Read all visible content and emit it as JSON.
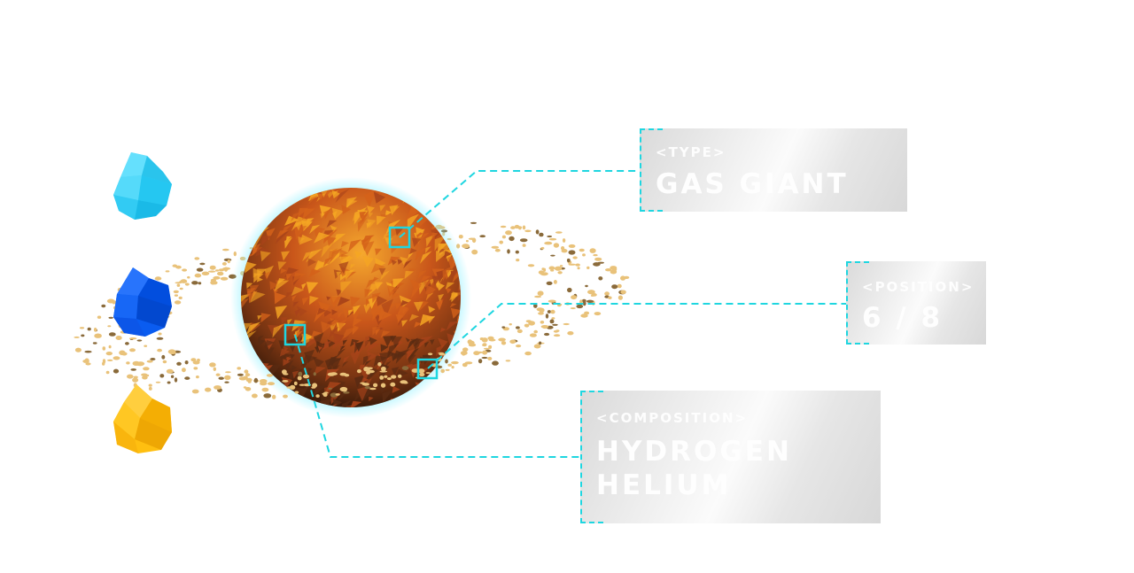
{
  "swatches": [
    {
      "name": "cyan",
      "color": "#3fd3f5"
    },
    {
      "name": "blue",
      "color": "#0a5cf0"
    },
    {
      "name": "yellow",
      "color": "#ffbf10"
    }
  ],
  "accent_color": "#1fd6e0",
  "planet": {
    "colors": [
      "#f5a623",
      "#d4621a",
      "#a8431a",
      "#5a2b12",
      "#e9c27a"
    ]
  },
  "info": {
    "type": {
      "tag": "<TYPE>",
      "value": "GAS GIANT"
    },
    "position": {
      "tag": "<POSITION>",
      "value": "6 / 8"
    },
    "composition": {
      "tag": "<COMPOSITION>",
      "value_line1": "HYDROGEN",
      "value_line2": "HELIUM"
    }
  }
}
